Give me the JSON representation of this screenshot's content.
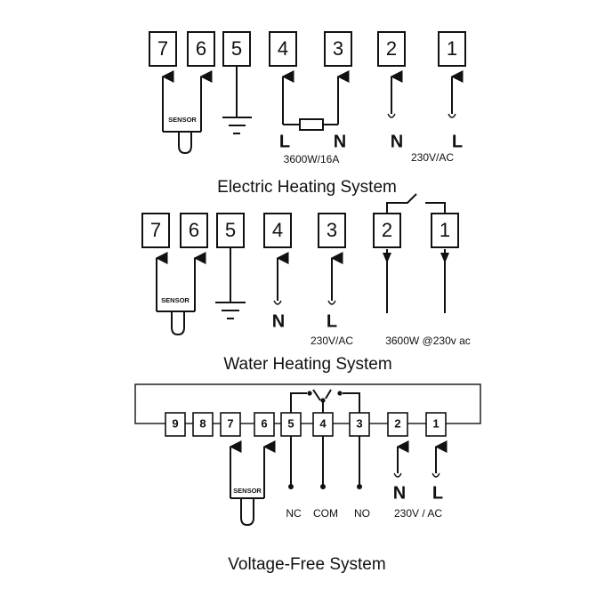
{
  "electric": {
    "title": "Electric Heating System",
    "terminals": [
      "7",
      "6",
      "5",
      "4",
      "3",
      "2",
      "1"
    ],
    "sensor": "SENSOR",
    "labels": {
      "t4": "L",
      "t3": "N",
      "t2": "N",
      "t1": "L"
    },
    "load_rating": "3600W/16A",
    "supply": "230V/AC"
  },
  "water": {
    "title": "Water Heating System",
    "terminals": [
      "7",
      "6",
      "5",
      "4",
      "3",
      "2",
      "1"
    ],
    "sensor": "SENSOR",
    "labels": {
      "t4": "N",
      "t3": "L"
    },
    "supply": "230V/AC",
    "load_rating": "3600W @230v ac"
  },
  "voltage_free": {
    "title": "Voltage-Free System",
    "terminals": [
      "9",
      "8",
      "7",
      "6",
      "5",
      "4",
      "3",
      "2",
      "1"
    ],
    "sensor": "SENSOR",
    "labels": {
      "nc": "NC",
      "com": "COM",
      "no": "NO",
      "n": "N",
      "l": "L"
    },
    "supply": "230V / AC"
  }
}
